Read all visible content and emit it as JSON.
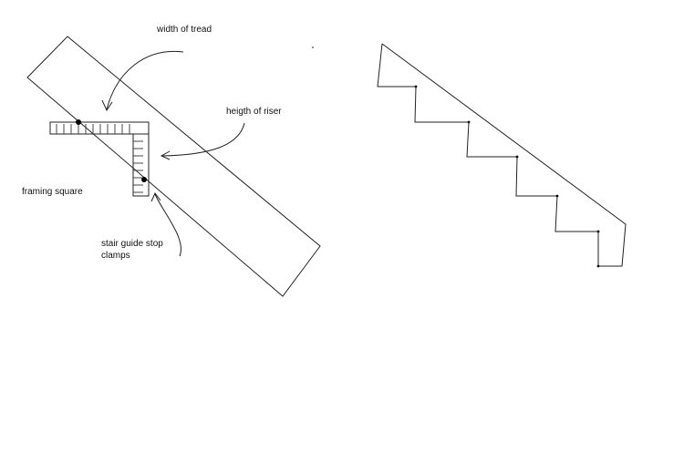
{
  "labels": {
    "width_of_tread": "width of tread",
    "height_of_riser": "heigth of riser",
    "framing_square": "framing square",
    "stair_guide_line1": "stair guide stop",
    "stair_guide_line2": "clamps"
  },
  "colors": {
    "ink": "#222222",
    "background": "#ffffff"
  }
}
